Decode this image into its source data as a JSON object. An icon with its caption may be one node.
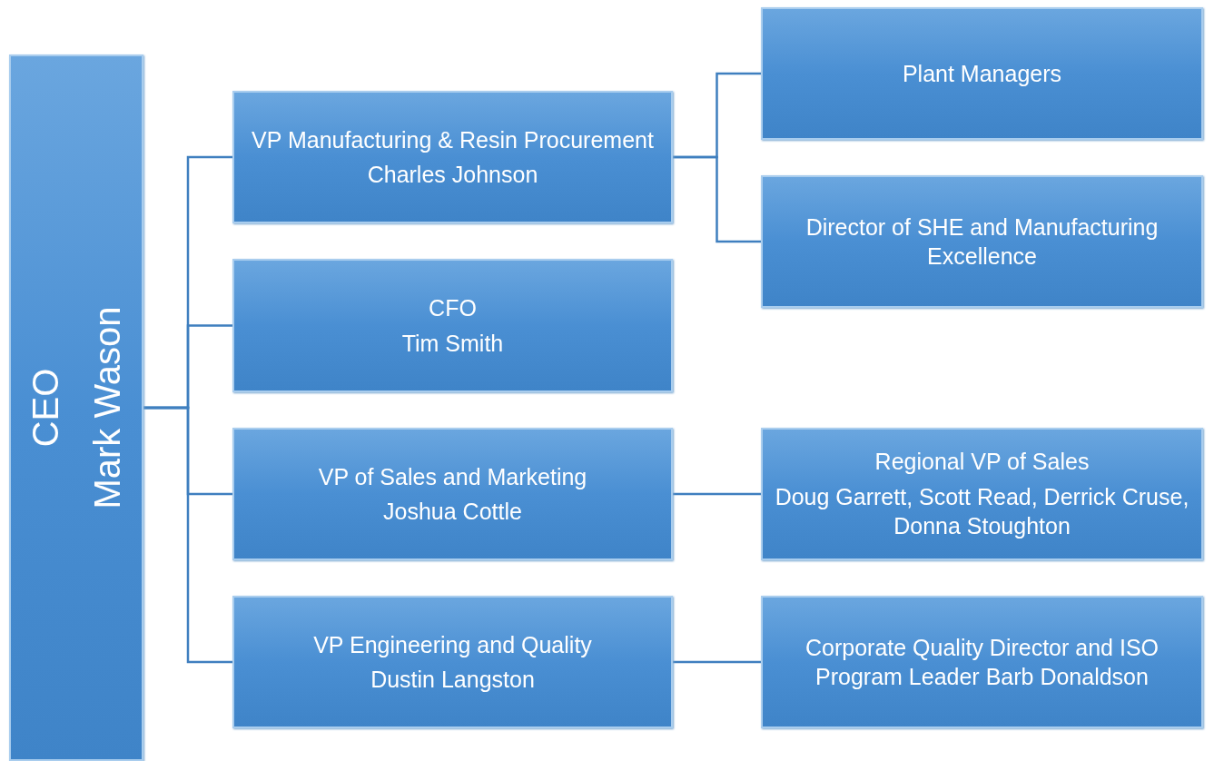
{
  "diagram": {
    "nodes": [
      {
        "text": [
          "CEO",
          "Mark Wason"
        ]
      },
      {
        "text": [
          "VP Manufacturing & Resin Procurement",
          "Charles Johnson"
        ]
      },
      {
        "text": [
          "Plant Managers"
        ]
      },
      {
        "text": [
          "Director of SHE and Manufacturing Excellence"
        ]
      },
      {
        "text": [
          "CFO",
          "Tim Smith"
        ]
      },
      {
        "text": [
          "VP of Sales and Marketing",
          "Joshua Cottle"
        ]
      },
      {
        "text": [
          "Regional VP of Sales",
          "Doug Garrett, Scott Read, Derrick Cruse, Donna Stoughton"
        ]
      },
      {
        "text": [
          "VP Engineering and Quality",
          "Dustin Langston"
        ]
      },
      {
        "text": [
          "Corporate Quality Director and ISO Program Leader Barb Donaldson"
        ]
      }
    ],
    "edges": [
      {
        "from": 0,
        "to": 1,
        "arrow": "none"
      },
      {
        "from": 0,
        "to": 4,
        "arrow": "none"
      },
      {
        "from": 0,
        "to": 5,
        "arrow": "none"
      },
      {
        "from": 0,
        "to": 7,
        "arrow": "none"
      },
      {
        "from": 1,
        "to": 2,
        "arrow": "none"
      },
      {
        "from": 1,
        "to": 3,
        "arrow": "none"
      },
      {
        "from": 5,
        "to": 6,
        "arrow": "none"
      },
      {
        "from": 7,
        "to": 8,
        "arrow": "none"
      }
    ]
  }
}
